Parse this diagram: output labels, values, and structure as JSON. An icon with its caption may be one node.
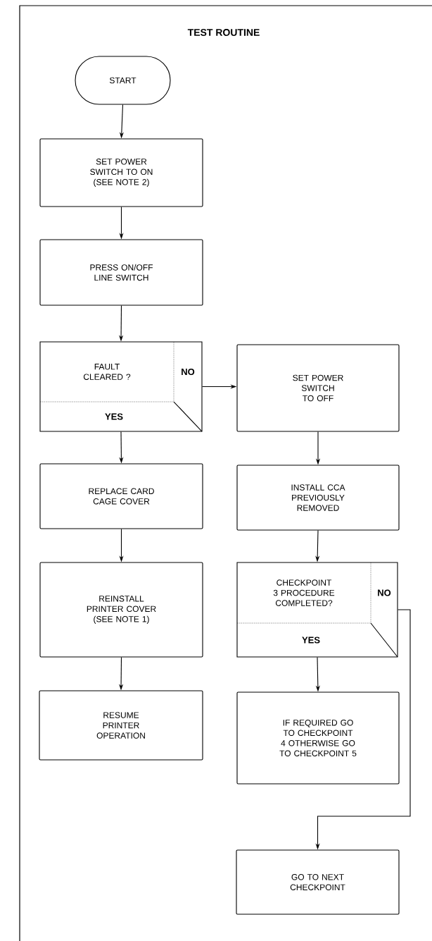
{
  "diagram": {
    "title": "TEST ROUTINE",
    "nodes": [
      {
        "text": [
          "START"
        ]
      },
      {
        "text": [
          "SET POWER SWITCH TO ON (SEE NOTE 2)"
        ]
      },
      {
        "text": [
          "PRESS ON/OFF LINE SWITCH"
        ]
      },
      {
        "text": [
          "FAULT CLEARED ?",
          "NO",
          "YES"
        ]
      },
      {
        "text": [
          "REPLACE CARD CAGE COVER"
        ]
      },
      {
        "text": [
          "REINSTALL PRINTER COVER (SEE NOTE 1)"
        ]
      },
      {
        "text": [
          "RESUME PRINTER OPERATION"
        ]
      },
      {
        "text": [
          "SET POWER SWITCH TO OFF"
        ]
      },
      {
        "text": [
          "INSTALL CCA PREVIOUSLY REMOVED"
        ]
      },
      {
        "text": [
          "CHECKPOINT 3 PROCEDURE COMPLETED?",
          "NO",
          "YES"
        ]
      },
      {
        "text": [
          "IF REQUIRED GO TO CHECKPOINT 4 OTHERWISE GO TO CHECKPOINT 5"
        ]
      },
      {
        "text": [
          "GO TO NEXT CHECKPOINT"
        ]
      }
    ],
    "edges": [
      {
        "from": 0,
        "to": 1,
        "arrow": "to"
      },
      {
        "from": 1,
        "to": 2,
        "arrow": "to"
      },
      {
        "from": 2,
        "to": 3,
        "arrow": "to"
      },
      {
        "from": 3,
        "to": 4,
        "arrow": "to"
      },
      {
        "from": 4,
        "to": 5,
        "arrow": "to"
      },
      {
        "from": 5,
        "to": 6,
        "arrow": "to"
      },
      {
        "from": 3,
        "to": 7,
        "arrow": "to"
      },
      {
        "from": 7,
        "to": 8,
        "arrow": "to"
      },
      {
        "from": 8,
        "to": 9,
        "arrow": "to"
      },
      {
        "from": 9,
        "to": 10,
        "arrow": "to"
      },
      {
        "from": 9,
        "to": 11,
        "arrow": "to"
      }
    ]
  }
}
